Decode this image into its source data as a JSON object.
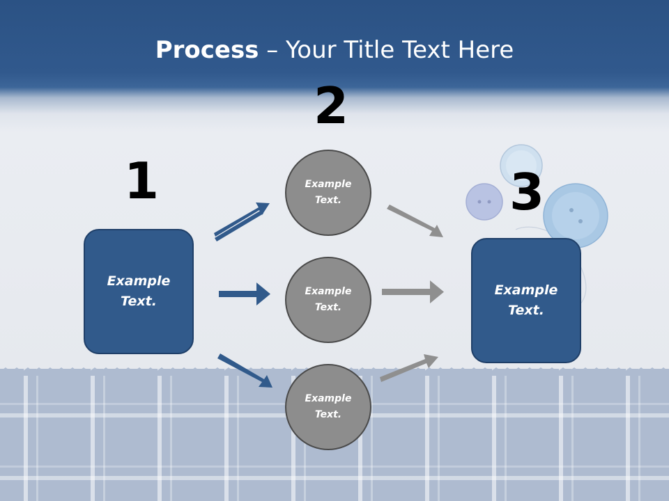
{
  "slide": {
    "title_bold": "Process",
    "title_rest": " – Your Title Text Here"
  },
  "steps": {
    "n1": "1",
    "n2": "2",
    "n3": "3"
  },
  "boxes": {
    "left_line1": "Example",
    "left_line2": "Text.",
    "right_line1": "Example",
    "right_line2": "Text."
  },
  "circles": [
    {
      "line1": "Example",
      "line2": "Text."
    },
    {
      "line1": "Example",
      "line2": "Text."
    },
    {
      "line1": "Example",
      "line2": "Text."
    }
  ],
  "colors": {
    "header": "#31598d",
    "box_fill": "#315a8b",
    "circle_fill": "#8d8d8d",
    "blue_arrow": "#315a8b",
    "gray_arrow": "#8f8f8f"
  },
  "icons": [
    "arrow-up-right-icon",
    "arrow-right-icon",
    "arrow-down-right-icon"
  ]
}
